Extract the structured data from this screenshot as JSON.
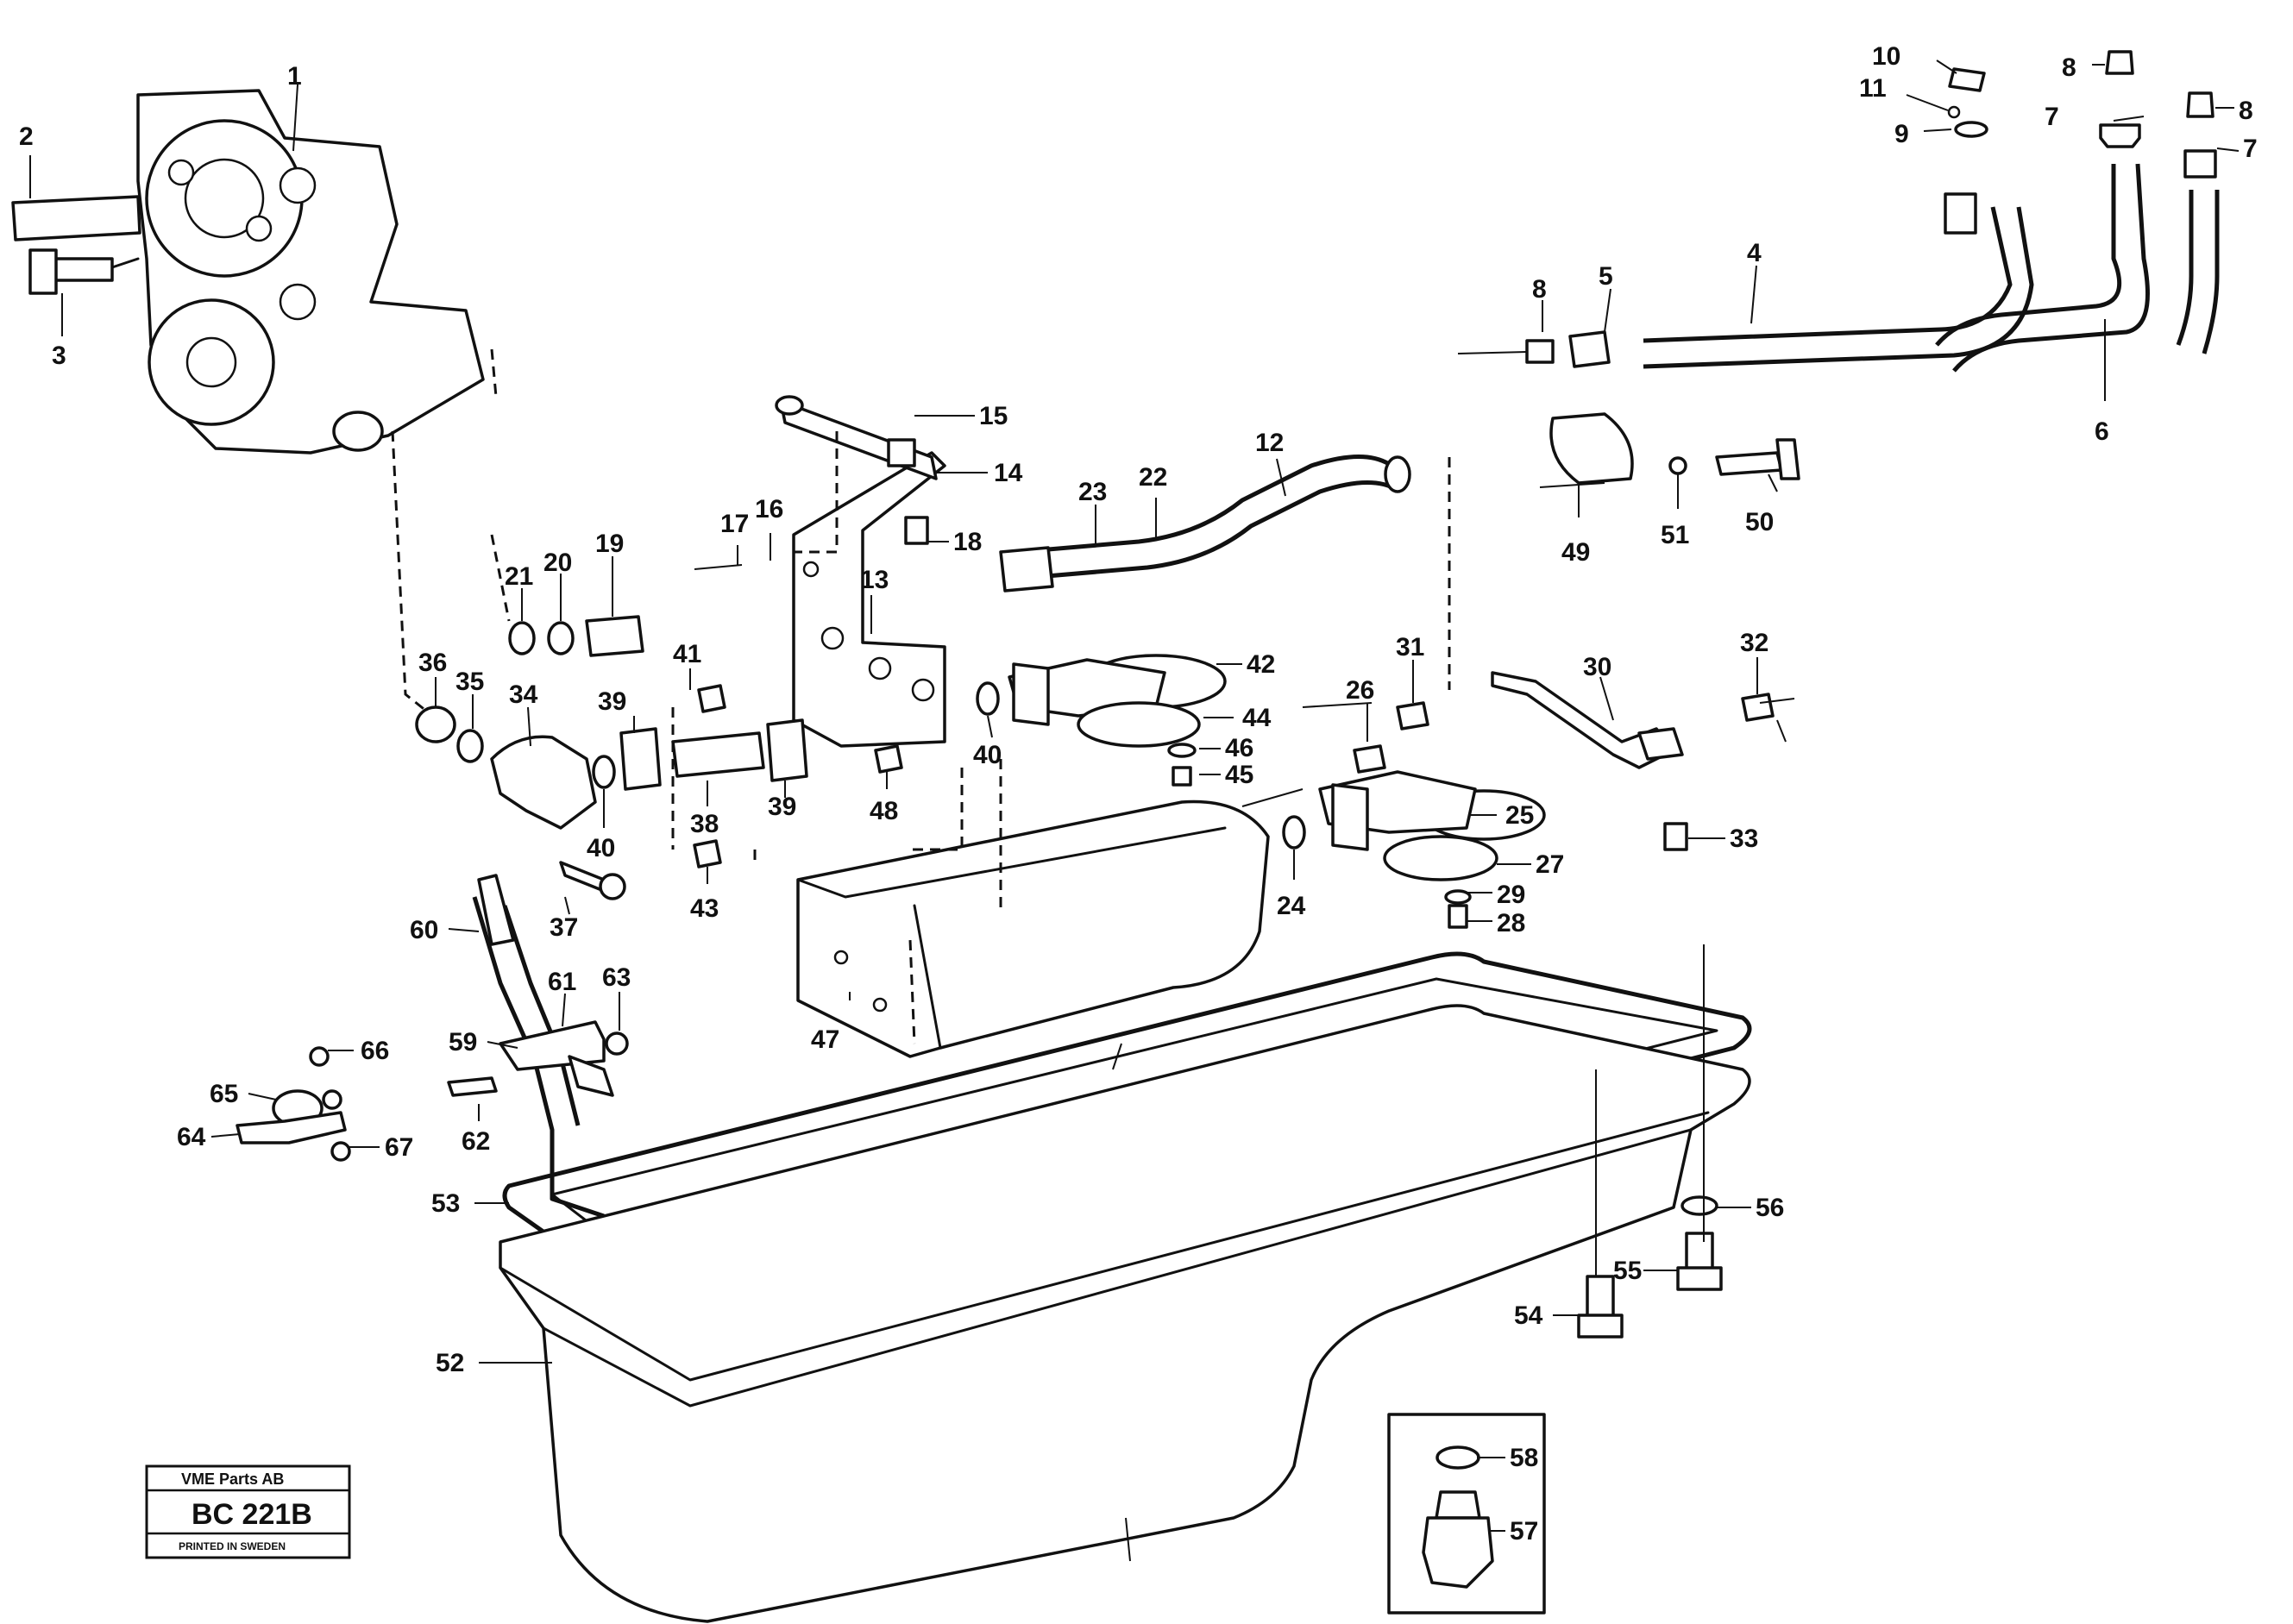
{
  "stamp": {
    "company": "VME Parts AB",
    "code": "BC 221B",
    "printed": "PRINTED IN SWEDEN"
  },
  "callouts": [
    "1",
    "2",
    "3",
    "4",
    "5",
    "6",
    "7",
    "7",
    "8",
    "8",
    "8",
    "9",
    "10",
    "11",
    "12",
    "13",
    "14",
    "15",
    "16",
    "17",
    "18",
    "19",
    "20",
    "21",
    "22",
    "23",
    "24",
    "25",
    "26",
    "27",
    "28",
    "29",
    "30",
    "31",
    "32",
    "33",
    "34",
    "35",
    "36",
    "37",
    "38",
    "39",
    "39",
    "40",
    "40",
    "41",
    "42",
    "43",
    "44",
    "45",
    "46",
    "47",
    "48",
    "49",
    "50",
    "51",
    "52",
    "53",
    "54",
    "55",
    "56",
    "57",
    "58",
    "59",
    "60",
    "61",
    "62",
    "63",
    "64",
    "65",
    "66",
    "67"
  ]
}
